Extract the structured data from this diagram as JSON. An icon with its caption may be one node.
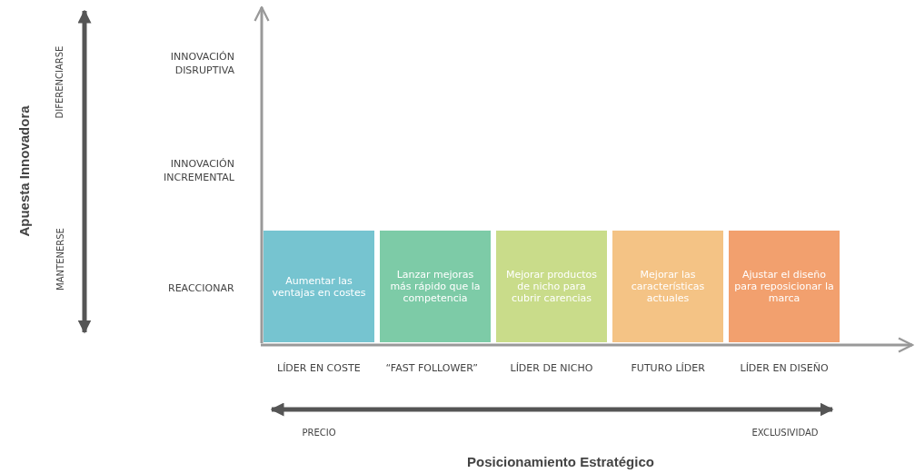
{
  "diagram": {
    "nodes": [
      {
        "text": [
          "Aumentar las ventajas en costes"
        ]
      },
      {
        "text": [
          "Lanzar mejoras más rápido que la competencia"
        ]
      },
      {
        "text": [
          "Mejorar productos de nicho para cubrir carencias"
        ]
      },
      {
        "text": [
          "Mejorar las características actuales"
        ]
      },
      {
        "text": [
          "Ajustar el diseño para reposicionar la marca"
        ]
      }
    ],
    "edges": [],
    "labels": [
      "Apuesta Innovadora",
      "DIFERENCIARSE",
      "MANTENERSE",
      "INNOVACIÓN DISRUPTIVA",
      "INNOVACIÓN INCREMENTAL",
      "REACCIONAR",
      "LÍDER EN COSTE",
      "“FAST FOLLOWER”",
      "LÍDER DE NICHO",
      "FUTURO LÍDER",
      "LÍDER EN DISEÑO",
      "PRECIO",
      "EXCLUSIVIDAD",
      "Posicionamiento Estratégico"
    ]
  }
}
